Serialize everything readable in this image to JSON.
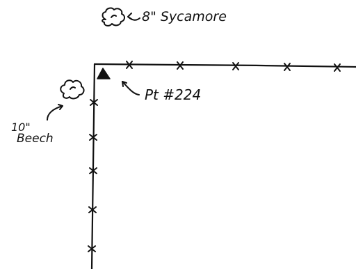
{
  "labels": {
    "sycamore": "8\" Sycamore",
    "beech_size": "10\"",
    "beech_name": "Beech",
    "point": "Pt #224"
  },
  "colors": {
    "ink": "#111111",
    "paper": "#ffffff"
  },
  "icons": {
    "tree": "tree-icon",
    "point": "triangle-point-icon",
    "fence_post": "x-mark-icon"
  }
}
